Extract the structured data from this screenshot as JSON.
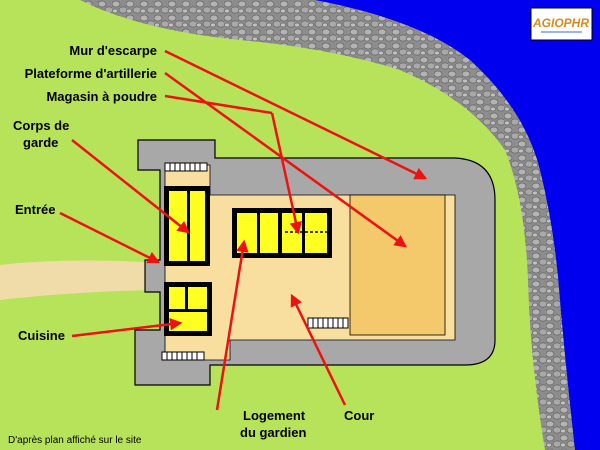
{
  "diagram": {
    "labels": {
      "mur_escarpe": "Mur d'escarpe",
      "plateforme": "Plateforme d'artillerie",
      "magasin": "Magasin à poudre",
      "corps_garde_1": "Corps de",
      "corps_garde_2": "garde",
      "entree": "Entrée",
      "cuisine": "Cuisine",
      "logement_1": "Logement",
      "logement_2": "du gardien",
      "cour": "Cour"
    },
    "credit": "D'après plan affiché sur le site",
    "logo_text": "AGIOPHR"
  },
  "colors": {
    "sea": "#0000ee",
    "grass": "#b7e35a",
    "wall": "#a8a8a8",
    "courtyard": "#f8df9f",
    "platform": "#f3c96c",
    "building": "#ffff22",
    "arrow": "#ee1111"
  }
}
